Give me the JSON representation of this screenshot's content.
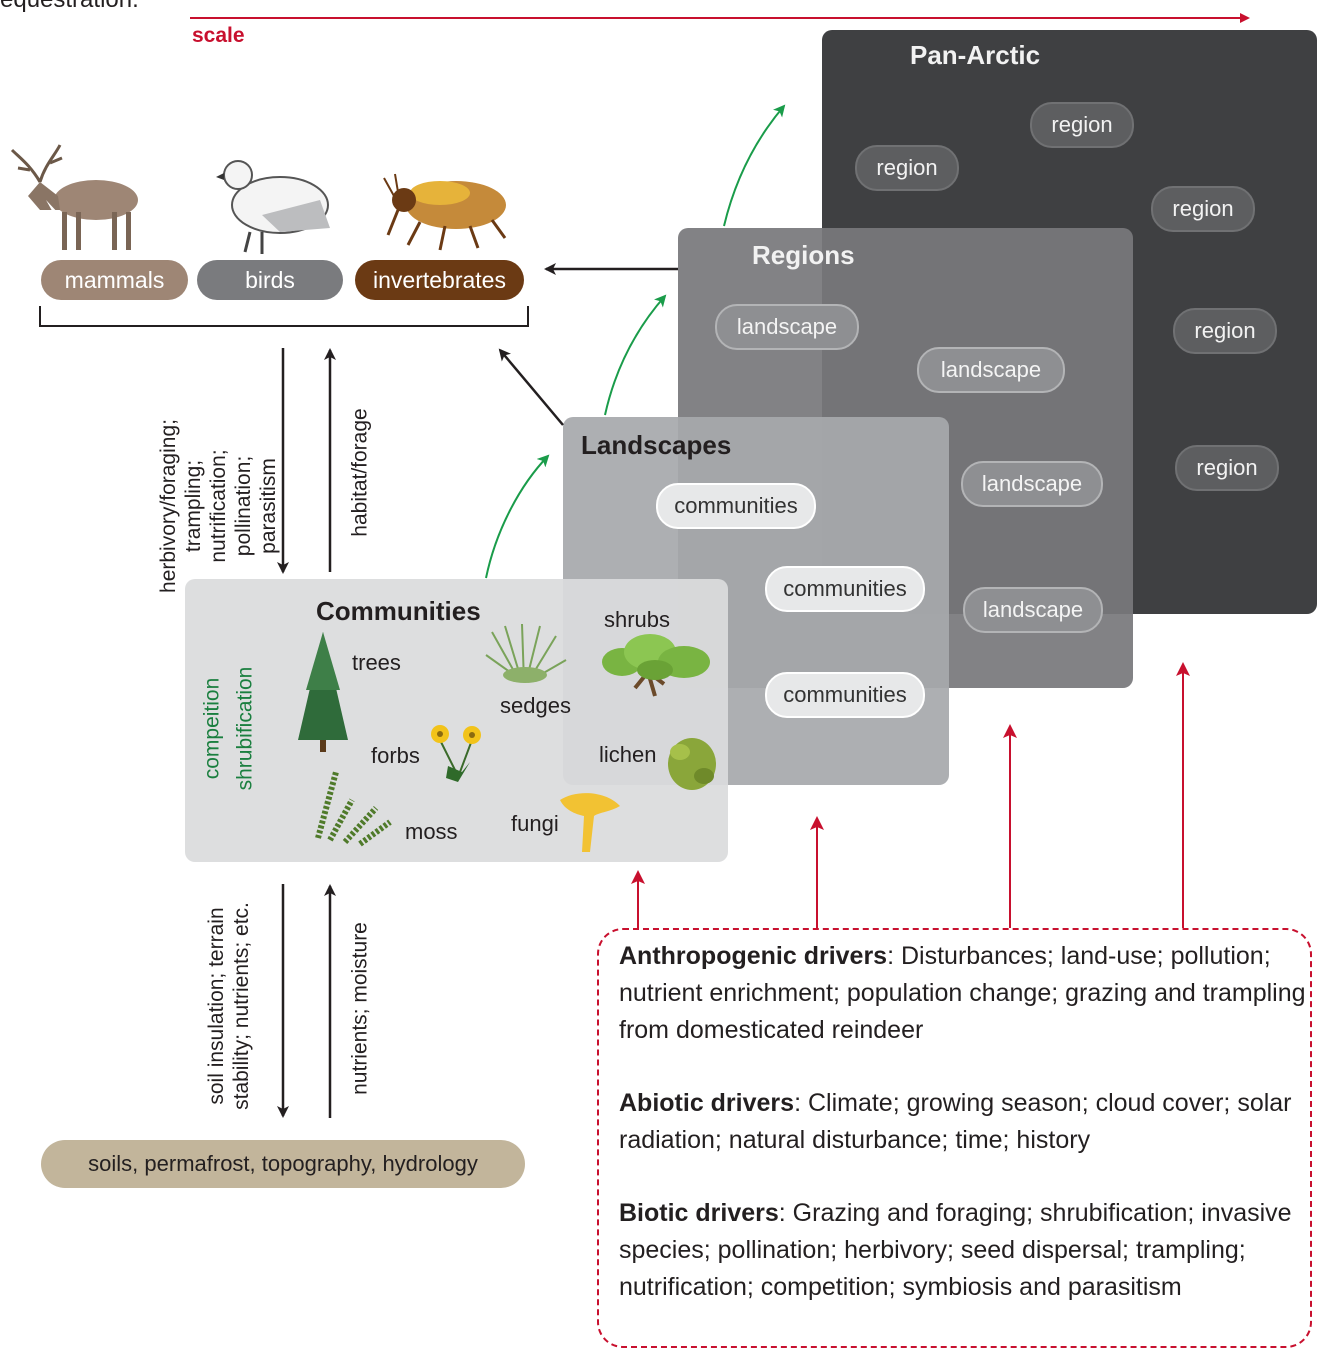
{
  "top_fragment": "equestration.",
  "scale_label": "scale",
  "panels": {
    "pan_arctic": {
      "title": "Pan-Arctic",
      "items": [
        "region",
        "region",
        "region",
        "region",
        "region"
      ]
    },
    "regions": {
      "title": "Regions",
      "items": [
        "landscape",
        "landscape",
        "landscape",
        "landscape"
      ]
    },
    "landscapes": {
      "title": "Landscapes",
      "items": [
        "communities",
        "communities",
        "communities"
      ]
    },
    "communities": {
      "title": "Communities",
      "side_label_1": "compeition",
      "side_label_2": "shrubification",
      "plants": [
        "trees",
        "sedges",
        "shrubs",
        "forbs",
        "lichen",
        "moss",
        "fungi"
      ]
    }
  },
  "animal_groups": [
    "mammals",
    "birds",
    "invertebrates"
  ],
  "interaction_labels": {
    "down_top": [
      "herbivory/foraging;",
      "trampling;",
      "nutrification;",
      "pollination;",
      "parasitism"
    ],
    "up_top": "habitat/forage",
    "down_bottom": [
      "soil insulation; terrain",
      "stability; nutrients; etc."
    ],
    "up_bottom": "nutrients; moisture"
  },
  "soil_label": "soils, permafrost, topography, hydrology",
  "drivers": [
    {
      "name": "Anthropogenic drivers",
      "text": ": Disturbances; land-use; pollution; nutrient enrichment; population change; grazing and trampling from domesticated reindeer"
    },
    {
      "name": "Abiotic drivers",
      "text": ": Climate; growing season; cloud cover; solar radiation; natural disturbance; time; history"
    },
    {
      "name": "Biotic drivers",
      "text": ": Grazing and foraging; shrubification; invasive species; pollination; herbivory; seed dispersal; trampling; nutrification; competition; symbiosis and parasitism"
    }
  ],
  "colors": {
    "scale_red": "#c8102e",
    "arrow_green": "#1a9c4a",
    "pan_arctic_bg": "#3f4042",
    "regions_bg": "#6d6e71",
    "landscapes_bg": "#a7a9ac",
    "communities_bg": "#dcdddf",
    "mammals": "#9e8675",
    "birds": "#7a7b7e",
    "invertebrates": "#6b3a14",
    "soil": "#c2b59b",
    "competition_green": "#1a7f3f"
  }
}
